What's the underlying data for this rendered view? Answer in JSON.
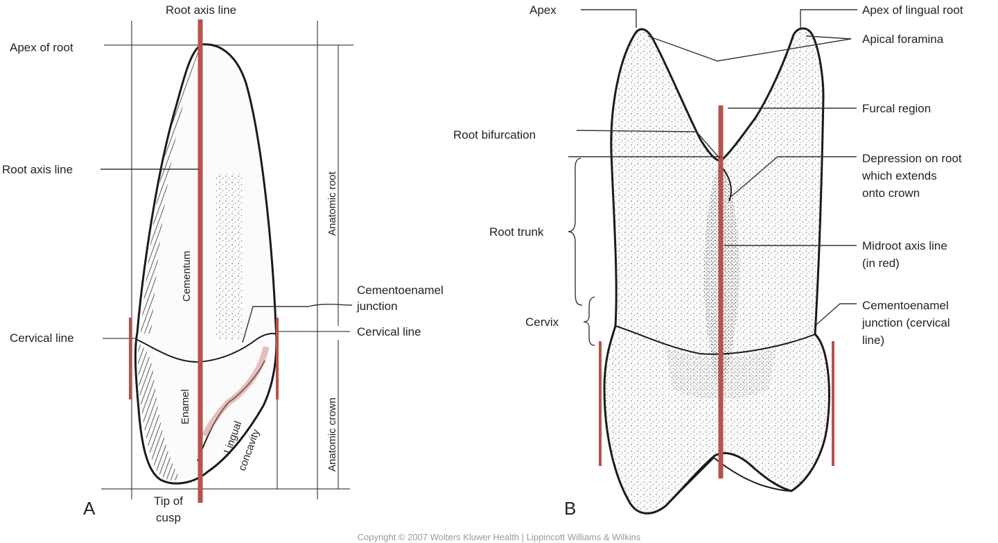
{
  "colors": {
    "axis_red": "#b7524c",
    "ink": "#1a1a1a",
    "stipple": "#555555"
  },
  "panel_a": {
    "letter": "A",
    "labels": {
      "root_axis_top": "Root axis line",
      "apex_of_root": "Apex of root",
      "root_axis_line": "Root axis line",
      "cervical_line_left": "Cervical line",
      "cementum": "Cementum",
      "enamel": "Enamel",
      "cej_line1": "Cementoenamel",
      "cej_line2": "junction",
      "cervical_line_right": "Cervical line",
      "lingual_line1": "Lingual",
      "lingual_line2": "concavity",
      "anatomic_root": "Anatomic root",
      "anatomic_crown": "Anatomic crown",
      "tip_line1": "Tip of",
      "tip_line2": "cusp"
    }
  },
  "panel_b": {
    "letter": "B",
    "labels": {
      "apex": "Apex",
      "apex_lingual": "Apex of lingual root",
      "apical_foramina": "Apical foramina",
      "furcal_region": "Furcal region",
      "root_bifurcation": "Root bifurcation",
      "depression_1": "Depression on root",
      "depression_2": "which extends",
      "depression_3": "onto crown",
      "root_trunk": "Root trunk",
      "midroot_1": "Midroot axis line",
      "midroot_2": "(in red)",
      "cervix": "Cervix",
      "cej_1": "Cementoenamel",
      "cej_2": "junction (cervical",
      "cej_3": "line)"
    }
  },
  "footer": "Copyright © 2007 Wolters Kluwer Health | Lippincott Williams & Wilkins"
}
